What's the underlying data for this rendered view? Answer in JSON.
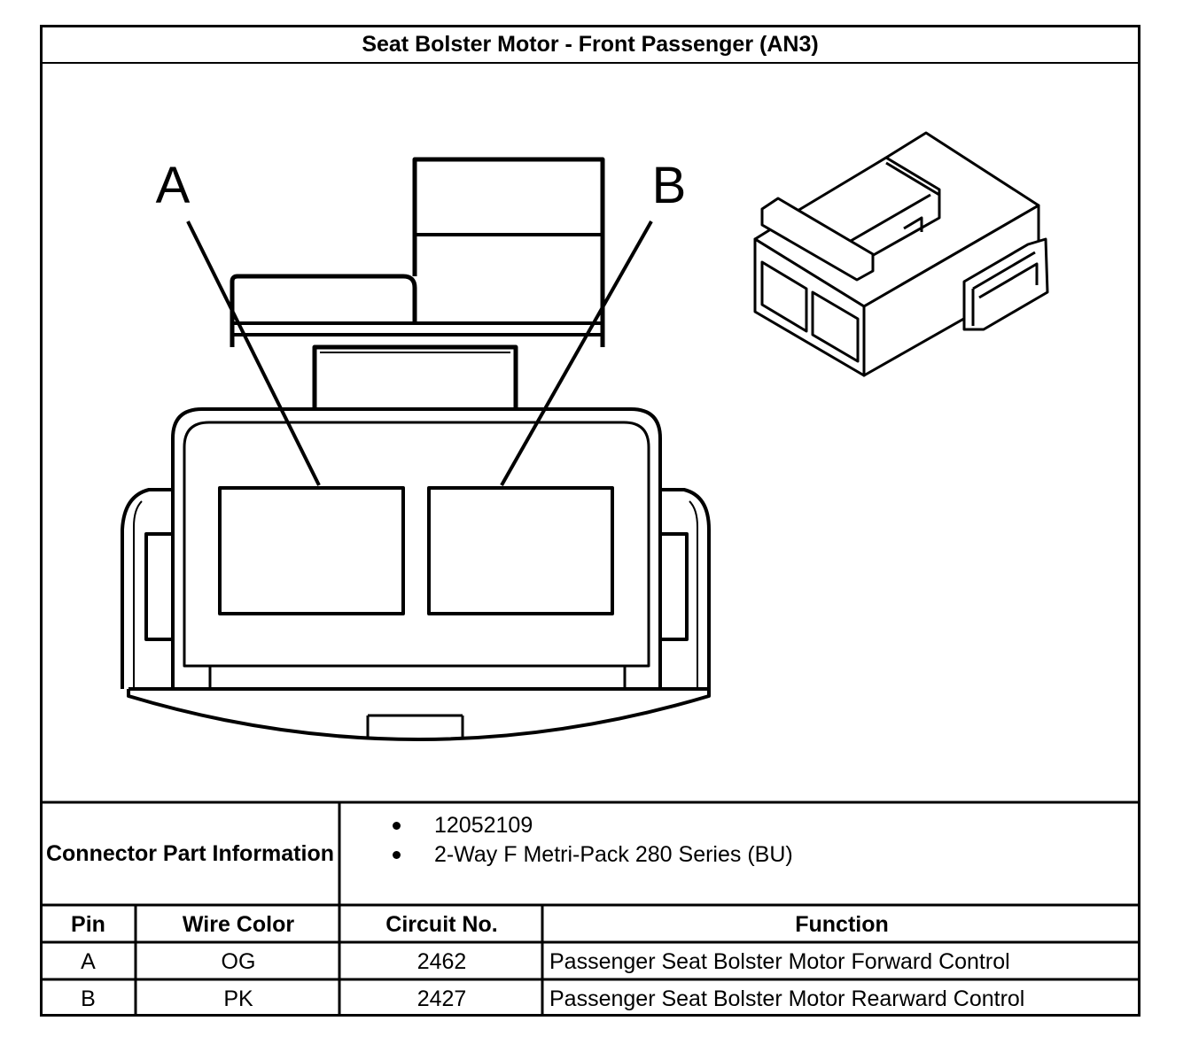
{
  "title": "Seat Bolster Motor - Front Passenger (AN3)",
  "diagram": {
    "pin_labels": [
      "A",
      "B"
    ]
  },
  "connector_info": {
    "label": "Connector Part Information",
    "items": [
      "12052109",
      "2-Way F Metri-Pack 280 Series (BU)"
    ]
  },
  "table": {
    "headers": [
      "Pin",
      "Wire Color",
      "Circuit No.",
      "Function"
    ],
    "rows": [
      {
        "pin": "A",
        "wire_color": "OG",
        "circuit": "2462",
        "function": "Passenger Seat Bolster Motor Forward Control"
      },
      {
        "pin": "B",
        "wire_color": "PK",
        "circuit": "2427",
        "function": "Passenger Seat Bolster Motor Rearward Control"
      }
    ]
  },
  "colors": {
    "line": "#000000",
    "background": "#ffffff"
  }
}
